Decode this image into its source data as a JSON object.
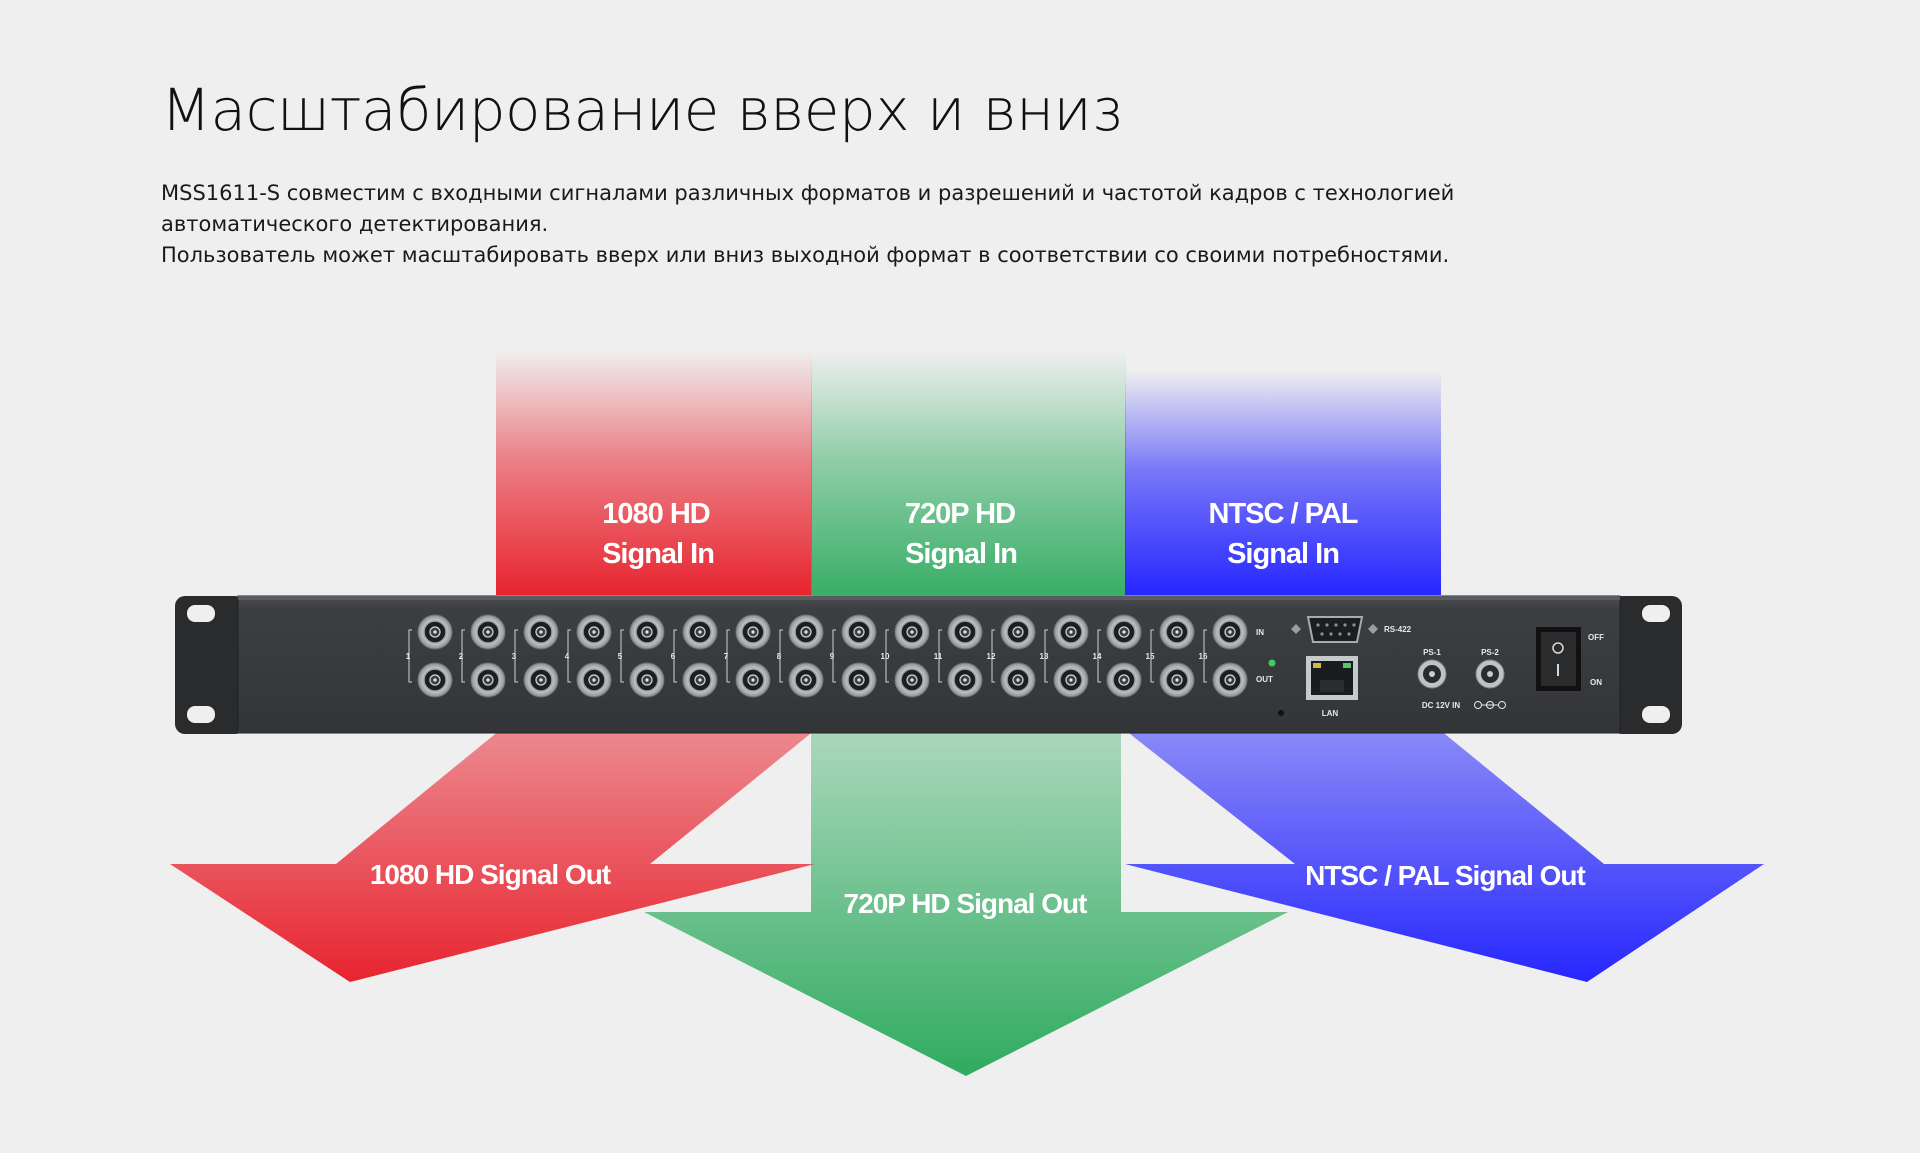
{
  "header": {
    "title": "Масштабирование вверх и вниз",
    "paragraphs": [
      "MSS1611-S совместим с входными сигналами различных форматов и разрешений и частотой кадров с технологией автоматического детектирования.",
      "Пользователь может масштабировать вверх или вниз выходной формат в соответствии со своими потребностями."
    ]
  },
  "inputs": [
    {
      "line1": "1080 HD",
      "line2": "Signal In",
      "color": "#e8242f"
    },
    {
      "line1": "720P HD",
      "line2": "Signal In",
      "color": "#2fab5f"
    },
    {
      "line1": "NTSC / PAL",
      "line2": "Signal In",
      "color": "#2626ff"
    }
  ],
  "outputs": [
    {
      "label": "1080 HD Signal Out",
      "color": "#e8242f"
    },
    {
      "label": "720P HD Signal Out",
      "color": "#2fab5f"
    },
    {
      "label": "NTSC /  PAL Signal Out",
      "color": "#2626ff"
    }
  ],
  "device": {
    "channel_numbers": [
      "1",
      "2",
      "3",
      "4",
      "5",
      "6",
      "7",
      "8",
      "9",
      "10",
      "11",
      "12",
      "13",
      "14",
      "15",
      "16"
    ],
    "in_label": "IN",
    "out_label": "OUT",
    "rs422_label": "RS-422",
    "lan_label": "LAN",
    "ps1_label": "PS-1",
    "ps2_label": "PS-2",
    "dc_label": "DC 12V IN",
    "off_label": "OFF",
    "on_label": "ON",
    "colors": {
      "body": "#3b3d40",
      "ears": "#2a2b2d",
      "bnc_ring": "#c9ccd0"
    }
  }
}
